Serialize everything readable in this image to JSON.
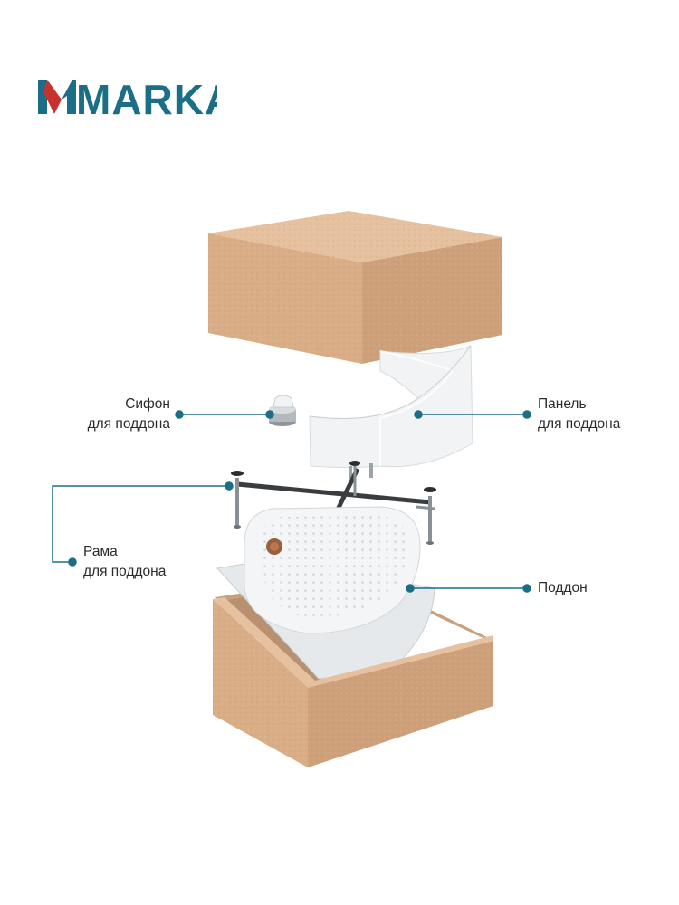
{
  "brand": {
    "name": "MARKA",
    "accent": "#c8322e",
    "primary": "#1b6e86"
  },
  "callouts": {
    "siphon": {
      "line1": "Сифон",
      "line2": "для поддона"
    },
    "panel": {
      "line1": "Панель",
      "line2": "для поддона"
    },
    "frame": {
      "line1": "Рама",
      "line2": "для поддона"
    },
    "tray": {
      "line1": "Поддон"
    }
  },
  "colors": {
    "box": "#dcb08a",
    "box_dark": "#c99a74",
    "box_light": "#e7c3a2",
    "line": "#1b6e86"
  }
}
